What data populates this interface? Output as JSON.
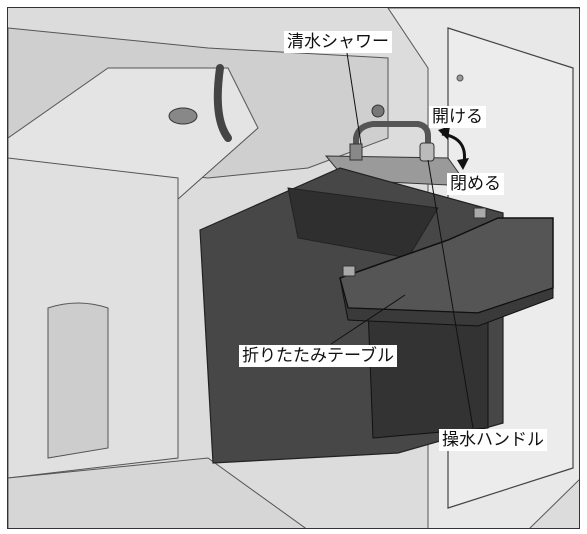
{
  "labels": {
    "shower": "清水シャワー",
    "open": "開ける",
    "close": "閉める",
    "table": "折りたたみテーブル",
    "handle": "操水ハンドル"
  },
  "colors": {
    "ink": "#333333",
    "unit_fill": "#4a4a4a",
    "unit_dark": "#3c3c3c",
    "table_fill": "#555555",
    "background_light": "#e6e6e6",
    "background_mid": "#d0d0d0"
  }
}
